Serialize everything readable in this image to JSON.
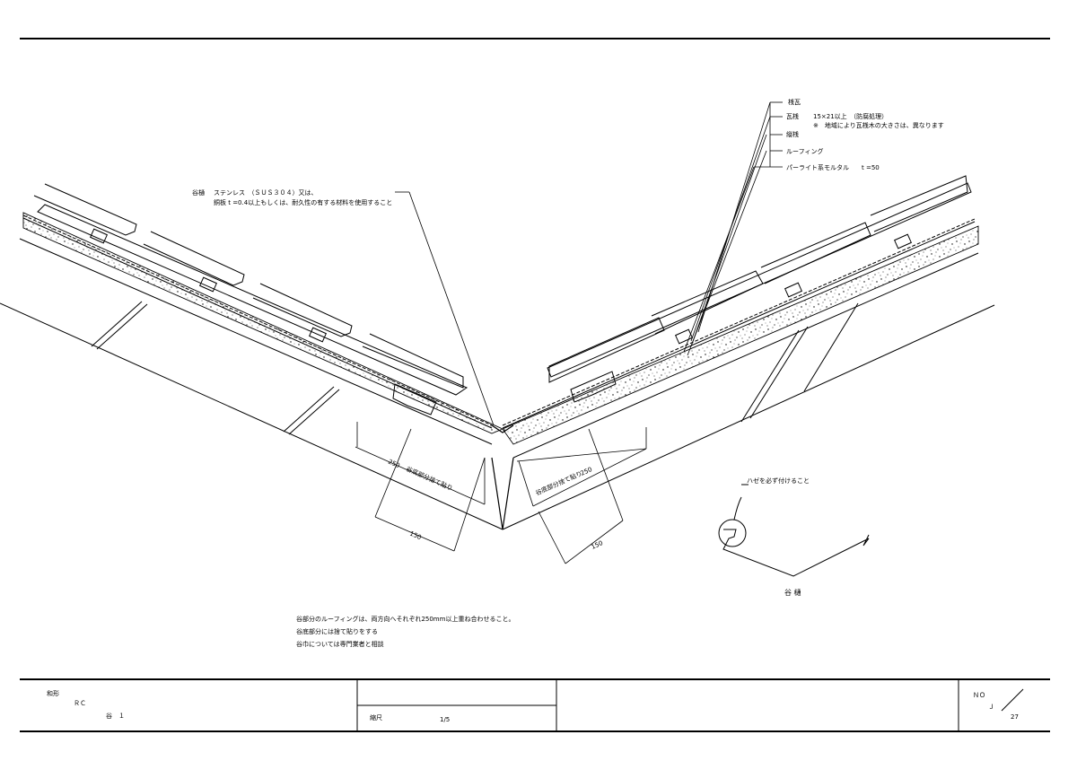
{
  "callouts": {
    "sankawara": "桟瓦",
    "kawarazan": "瓦桟",
    "kawarazan_size": "15×21以上　（防腐処理）",
    "kawarazan_note": "※　地域により瓦桟木の大きさは、異なります",
    "tatezan": "縦桟",
    "roofing": "ルーフィング",
    "mortar": "パーライト系モルタル",
    "mortar_t": "t =50"
  },
  "valley_callout": {
    "label": "谷樋",
    "material": "ステンレス　（ＳＵＳ３０４）又は、",
    "alt_material": "銅板 t =0.4以上もしくは、耐久性の有する材料を使用すること"
  },
  "dims": {
    "left_overlap": "250",
    "left_overlap_label": "谷底部分捨て貼り",
    "right_overlap": "250",
    "right_overlap_label": "谷底部分捨て貼り",
    "left_150": "150",
    "right_150": "150"
  },
  "gutter_detail": {
    "note": "ハゼを必ず付けること",
    "title": "谷 樋"
  },
  "notes": [
    "谷部分のルーフィングは、両方向へそれぞれ250mm以上重ね合わせること。",
    "谷底部分には捨て貼りをする",
    "谷巾については専門業者と相談"
  ],
  "title_block": {
    "category": "和形",
    "structure": "ＲＣ",
    "part": "谷　１",
    "scale_label": "縮尺",
    "scale_value": "1/5",
    "no_label": "ＮＯ",
    "j_label": "Ｊ",
    "sheet_no": "27"
  }
}
